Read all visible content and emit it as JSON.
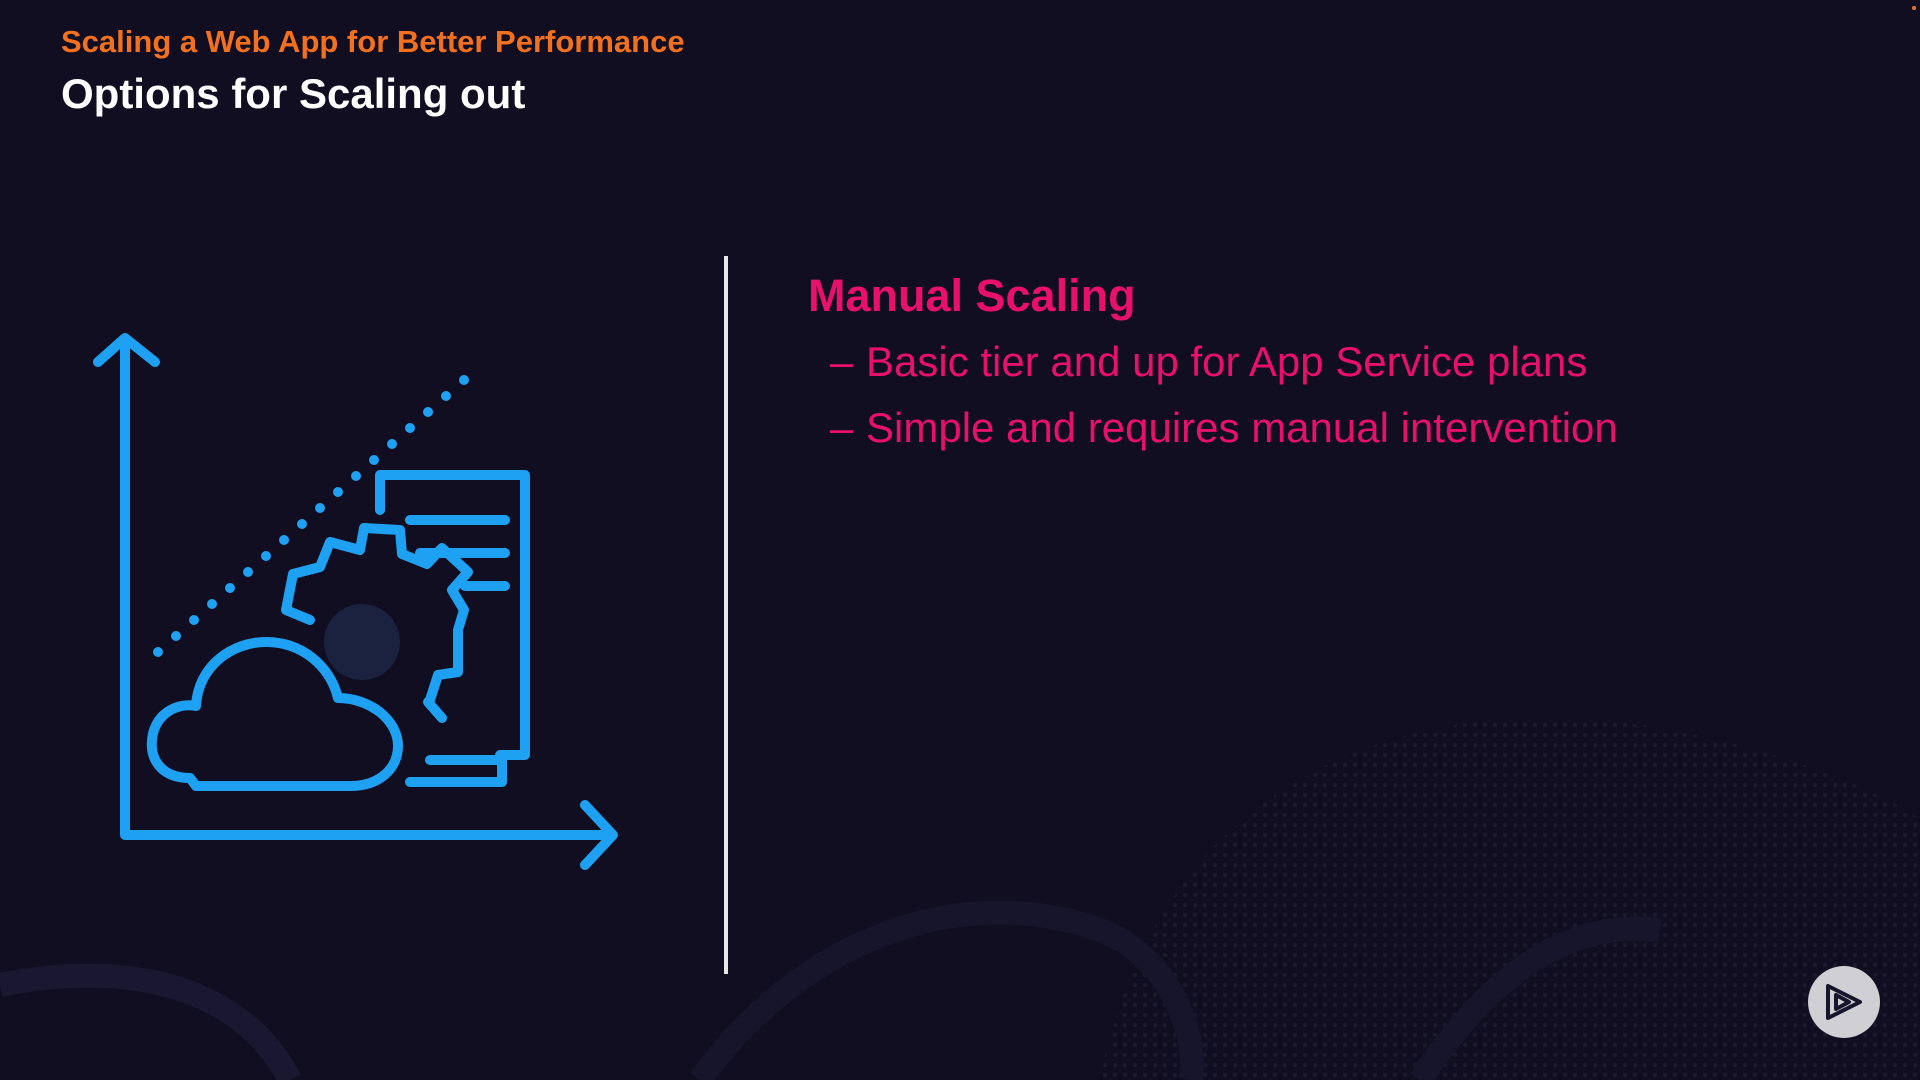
{
  "slide": {
    "kicker": "Scaling a Web App for Better Performance",
    "title": "Options for Scaling out"
  },
  "content": {
    "heading": "Manual Scaling",
    "bullet_marker": "–",
    "bullets": [
      "Basic tier and up for App Service plans",
      "Simple and requires manual intervention"
    ]
  },
  "illustration": {
    "icon": "cloud-scaling-chart-icon",
    "color": "#1ea1f2"
  },
  "logo": {
    "icon": "play-logo-icon"
  },
  "colors": {
    "background": "#100e20",
    "kicker": "#f2701e",
    "title": "#ffffff",
    "accent": "#e8106c",
    "divider": "#e8e8ec"
  }
}
